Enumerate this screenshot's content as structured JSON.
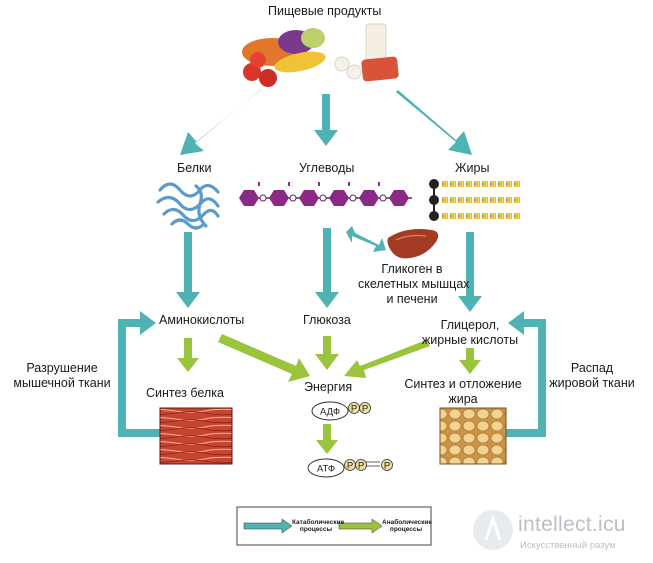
{
  "title": "Пищевые продукты",
  "nodes": {
    "proteins": "Белки",
    "carbs": "Углеводы",
    "fats": "Жиры",
    "glycogen_1": "Гликоген в",
    "glycogen_2": "скелетных мышцах",
    "glycogen_3": "и печени",
    "amino": "Аминокислоты",
    "glucose": "Глюкоза",
    "glycerol_1": "Глицерол,",
    "glycerol_2": "жирные кислоты",
    "protein_synth": "Синтез белка",
    "energy": "Энергия",
    "fat_synth_1": "Синтез и отложение",
    "fat_synth_2": "жира",
    "muscle_breakdown_1": "Разрушение",
    "muscle_breakdown_2": "мышечной ткани",
    "fat_breakdown_1": "Распад",
    "fat_breakdown_2": "жировой ткани",
    "adp": "АДФ",
    "atp": "АТФ",
    "p": "P"
  },
  "legend": {
    "catabolic_1": "Катаболические",
    "catabolic_2": "процессы",
    "anabolic_1": "Анаболические",
    "anabolic_2": "процессы"
  },
  "watermark": {
    "main": "intellect.icu",
    "sub": "Искусственный разум"
  },
  "colors": {
    "catabolic": "#4fb3b3",
    "anabolic": "#9ac43c",
    "chain": "#8a2a86",
    "liver": "#a33a24",
    "muscle": "#c1392b",
    "fat_tissue": "#e8c07a",
    "phosphate": "#f0dfa3"
  }
}
